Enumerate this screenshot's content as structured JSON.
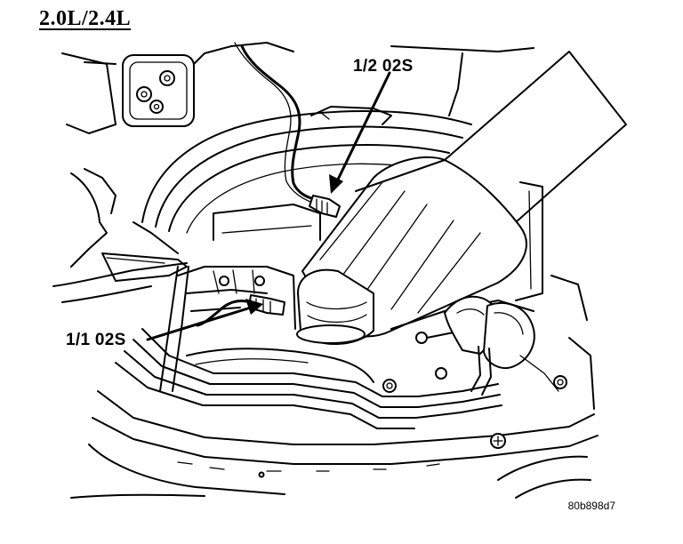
{
  "diagram": {
    "title": "2.0L/2.4L",
    "labels": {
      "downstream_sensor": "1/2 02S",
      "upstream_sensor": "1/1 02S"
    },
    "figure_code": "80b898d7"
  }
}
